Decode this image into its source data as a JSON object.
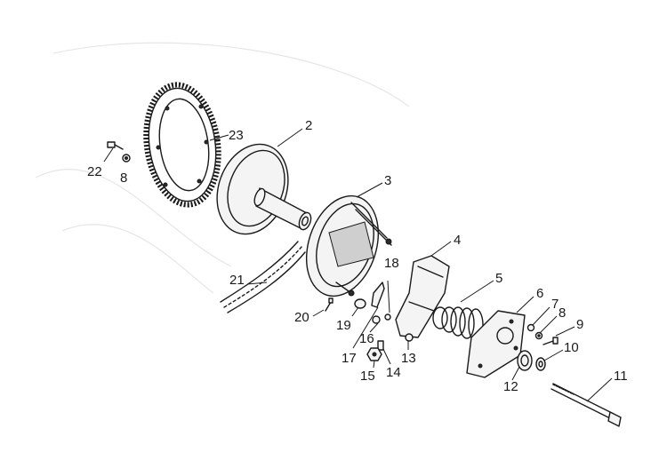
{
  "diagram": {
    "callouts": [
      {
        "id": "c2",
        "label": "2"
      },
      {
        "id": "c3",
        "label": "3"
      },
      {
        "id": "c4",
        "label": "4"
      },
      {
        "id": "c5",
        "label": "5"
      },
      {
        "id": "c6",
        "label": "6"
      },
      {
        "id": "c7",
        "label": "7"
      },
      {
        "id": "c8a",
        "label": "8"
      },
      {
        "id": "c8b",
        "label": "8"
      },
      {
        "id": "c9",
        "label": "9"
      },
      {
        "id": "c10",
        "label": "10"
      },
      {
        "id": "c11",
        "label": "11"
      },
      {
        "id": "c12",
        "label": "12"
      },
      {
        "id": "c13",
        "label": "13"
      },
      {
        "id": "c14",
        "label": "14"
      },
      {
        "id": "c15",
        "label": "15"
      },
      {
        "id": "c16",
        "label": "16"
      },
      {
        "id": "c17",
        "label": "17"
      },
      {
        "id": "c18",
        "label": "18"
      },
      {
        "id": "c19",
        "label": "19"
      },
      {
        "id": "c20",
        "label": "20"
      },
      {
        "id": "c21",
        "label": "21"
      },
      {
        "id": "c22",
        "label": "22"
      },
      {
        "id": "c23",
        "label": "23"
      }
    ]
  }
}
